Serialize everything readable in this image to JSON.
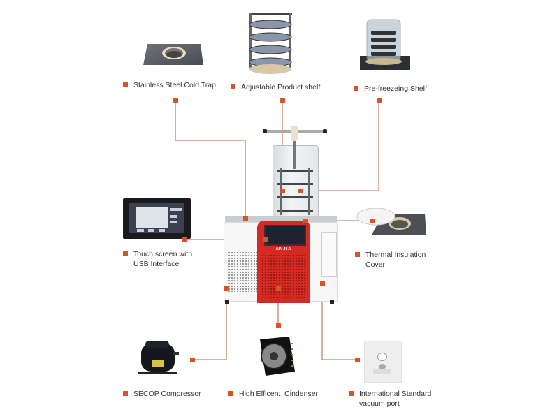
{
  "colors": {
    "accent": "#d9532a",
    "connector": "#c9805a",
    "machine_red": "#d42a22",
    "text": "#333333"
  },
  "features": [
    {
      "id": "cold-trap",
      "label": "Stainless Steel Cold Trap",
      "label_line2": ""
    },
    {
      "id": "product-shelf",
      "label": "Adjustable Product shelf",
      "label_line2": ""
    },
    {
      "id": "pre-freezing-shelf",
      "label": "Pre-freezeing Shelf",
      "label_line2": ""
    },
    {
      "id": "touch-screen",
      "label": "Touch screen with",
      "label_line2": "USB Interface"
    },
    {
      "id": "thermal-cover",
      "label": "Thermal Insulation",
      "label_line2": "Cover"
    },
    {
      "id": "compressor",
      "label": "SECOP Compressor",
      "label_line2": ""
    },
    {
      "id": "condenser",
      "label": "High Efficent  Cindenser",
      "label_line2": ""
    },
    {
      "id": "vacuum-port",
      "label": "International Standard",
      "label_line2": "vacuum port"
    }
  ],
  "machine": {
    "brand_text": "ANJIA"
  }
}
